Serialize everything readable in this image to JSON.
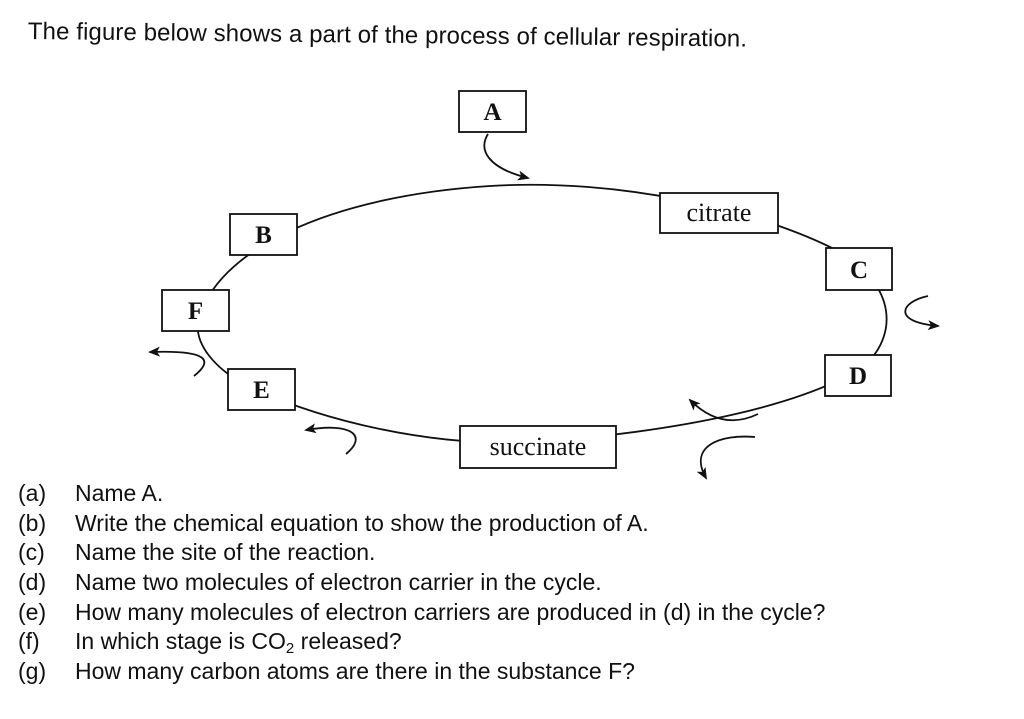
{
  "intro_text": "The figure below shows a part of the process of cellular respiration.",
  "diagram": {
    "labels": {
      "A": "A",
      "B": "B",
      "C": "C",
      "D": "D",
      "E": "E",
      "F": "F",
      "citrate": "citrate",
      "succinate": "succinate"
    }
  },
  "questions": [
    {
      "letter": "(a)",
      "text": "Name A."
    },
    {
      "letter": "(b)",
      "text": "Write the chemical equation to show the production of A."
    },
    {
      "letter": "(c)",
      "text": "Name the site of the reaction."
    },
    {
      "letter": "(d)",
      "text": "Name two molecules of electron carrier in the cycle."
    },
    {
      "letter": "(e)",
      "text": "How many molecules of electron carriers are produced in (d) in the cycle?"
    },
    {
      "letter": "(f)",
      "text_before": "In which stage is CO",
      "subscript": "2",
      "text_after": " released?"
    },
    {
      "letter": "(g)",
      "text": "How many carbon atoms are there in the substance F?"
    }
  ]
}
